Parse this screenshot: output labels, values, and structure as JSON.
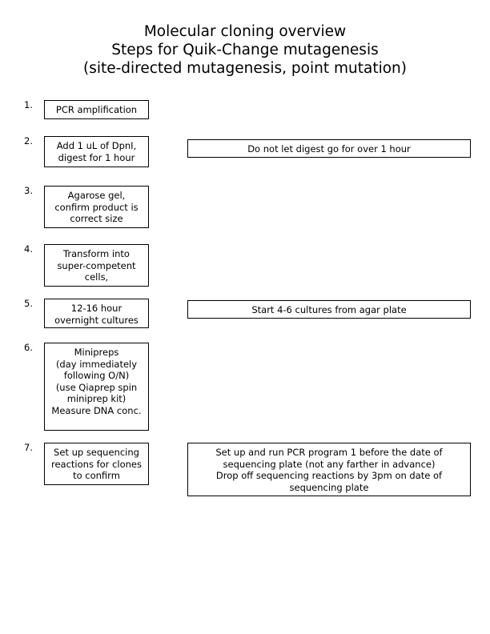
{
  "document": {
    "title_lines": [
      "Molecular cloning overview",
      "Steps for Quik-Change mutagenesis",
      "(site-directed mutagenesis, point mutation)"
    ]
  },
  "colors": {
    "page_background": "#ffffff",
    "text": "#000000",
    "box_border": "#000000"
  },
  "steps": [
    {
      "number": "1.",
      "box_text": "PCR amplification",
      "note_text": "",
      "has_note": false
    },
    {
      "number": "2.",
      "box_text": "Add 1 uL of DpnI,\ndigest for 1 hour",
      "note_text": "Do not let digest go for over 1 hour",
      "has_note": true
    },
    {
      "number": "3.",
      "box_text": "Agarose gel,\nconfirm product is\ncorrect size",
      "note_text": "",
      "has_note": false
    },
    {
      "number": "4.",
      "box_text": "Transform into\nsuper-competent\ncells,",
      "note_text": "",
      "has_note": false
    },
    {
      "number": "5.",
      "box_text": "12-16 hour\novernight cultures",
      "note_text": "Start 4-6 cultures from agar plate",
      "has_note": true
    },
    {
      "number": "6.",
      "box_text": "Minipreps\n(day immediately\nfollowing O/N)\n(use Qiaprep spin\nminiprep kit)\nMeasure DNA conc.",
      "note_text": "",
      "has_note": false
    },
    {
      "number": "7.",
      "box_text": "Set up sequencing\nreactions for clones\nto confirm",
      "note_text": "Set up and run PCR program 1 before the date of\nsequencing plate (not any farther in advance)\nDrop off sequencing reactions by 3pm on date of\nsequencing plate",
      "has_note": true
    }
  ]
}
